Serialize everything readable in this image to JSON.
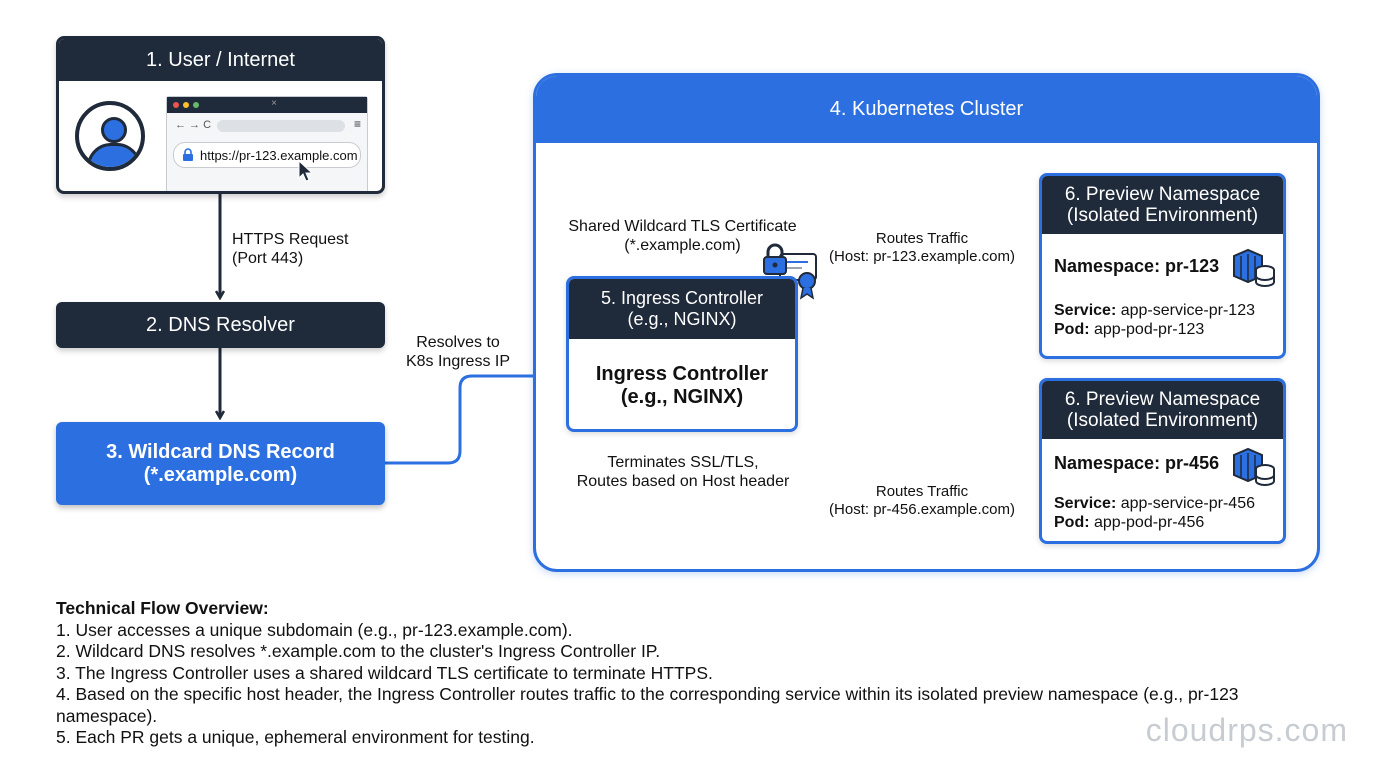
{
  "box1": {
    "title": "1. User / Internet",
    "url": "https://pr-123.example.com",
    "nav_glyphs": "← → C",
    "close_glyph": "×",
    "menu_glyph": "≡"
  },
  "https_request": {
    "line1": "HTTPS Request",
    "line2": "(Port 443)"
  },
  "box2": {
    "title": "2. DNS Resolver"
  },
  "box3": {
    "line1": "3. Wildcard DNS Record",
    "line2": "(*.example.com)"
  },
  "resolves": {
    "line1": "Resolves to",
    "line2": "K8s Ingress IP"
  },
  "cluster": {
    "title": "4. Kubernetes Cluster"
  },
  "certificate": {
    "line1": "Shared Wildcard TLS Certificate",
    "line2": "(*.example.com)"
  },
  "box5": {
    "head1": "5. Ingress Controller",
    "head2": "(e.g., NGINX)",
    "body1": "Ingress Controller",
    "body2": "(e.g., NGINX)"
  },
  "terminates": {
    "line1": "Terminates SSL/TLS,",
    "line2": "Routes based on Host header"
  },
  "routes1": {
    "line1": "Routes Traffic",
    "line2": "(Host: pr-123.example.com)"
  },
  "routes2": {
    "line1": "Routes Traffic",
    "line2": "(Host: pr-456.example.com)"
  },
  "ns1": {
    "head1": "6. Preview Namespace",
    "head2": "(Isolated Environment)",
    "name": "Namespace: pr-123",
    "service_label": "Service:",
    "service": " app-service-pr-123",
    "pod_label": "Pod:",
    "pod": " app-pod-pr-123"
  },
  "ns2": {
    "head1": "6. Preview Namespace",
    "head2": "(Isolated Environment)",
    "name": "Namespace: pr-456",
    "service_label": "Service:",
    "service": " app-service-pr-456",
    "pod_label": "Pod:",
    "pod": " app-pod-pr-456"
  },
  "tech": {
    "title": "Technical Flow Overview:",
    "items": [
      "1. User accesses a unique subdomain (e.g., pr-123.example.com).",
      "2. Wildcard DNS resolves *.example.com to the cluster's Ingress Controller IP.",
      "3. The Ingress Controller uses a shared wildcard TLS certificate to terminate HTTPS.",
      "4. Based on the specific host header, the Ingress Controller routes traffic to the corresponding service within its isolated preview namespace (e.g., pr-123 namespace).",
      "5. Each PR gets a unique, ephemeral environment for testing."
    ]
  },
  "watermark": "cloudrps.com",
  "colors": {
    "dark": "#1f2a3a",
    "accent": "#2c6fe0"
  }
}
